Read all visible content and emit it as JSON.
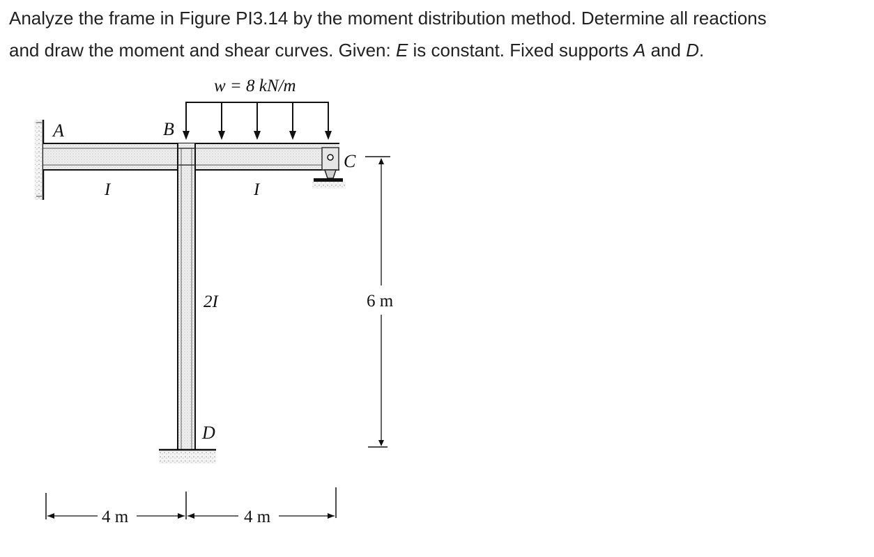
{
  "problem": {
    "line1": "Analyze the frame in Figure PI3.14 by the moment distribution method. Determine all reactions",
    "line2_a": "and draw the moment and shear curves. Given: ",
    "line2_e": "E",
    "line2_b": " is constant. Fixed supports ",
    "line2_a_label": "A",
    "line2_and": " and ",
    "line2_d_label": "D",
    "line2_end": "."
  },
  "figure": {
    "load_label": "w = 8 kN/m",
    "node_a": "A",
    "node_b": "B",
    "node_c": "C",
    "node_d": "D",
    "inertia_ab": "I",
    "inertia_bc": "I",
    "inertia_bd": "2I",
    "dim_height": "6 m",
    "dim_ab": "4 m",
    "dim_bc": "4 m"
  }
}
